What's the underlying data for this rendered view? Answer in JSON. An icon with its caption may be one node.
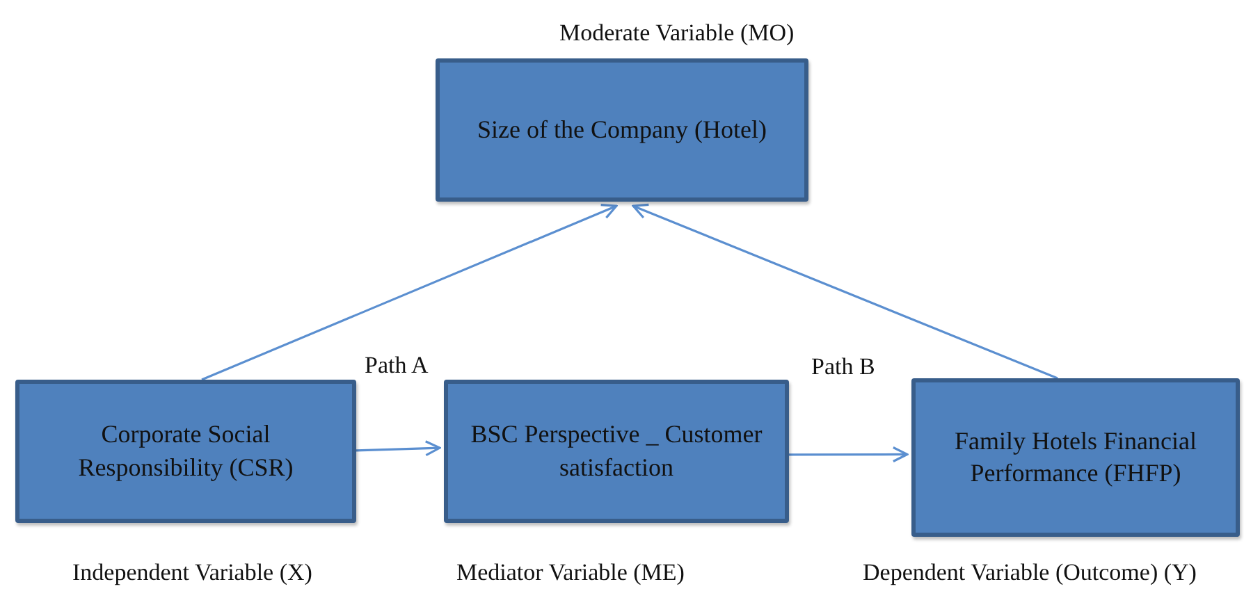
{
  "diagram": {
    "nodes": [
      {
        "text": [
          "Size of the Company (Hotel)"
        ],
        "beside": [
          "Moderate Variable (MO)"
        ]
      },
      {
        "text": [
          "Corporate Social Responsibility (CSR)"
        ],
        "beside": [
          "Independent Variable (X)"
        ]
      },
      {
        "text": [
          "BSC Perspective _ Customer satisfaction"
        ],
        "beside": [
          "Mediator Variable (ME)"
        ]
      },
      {
        "text": [
          "Family Hotels Financial Performance (FHFP)"
        ],
        "beside": [
          "Dependent Variable (Outcome) (Y)"
        ]
      }
    ],
    "edges": [
      {
        "from": 1,
        "to": 0,
        "arrow": "to"
      },
      {
        "from": 3,
        "to": 0,
        "arrow": "to"
      },
      {
        "from": 1,
        "to": 2,
        "arrow": "to",
        "label": "Path A"
      },
      {
        "from": 2,
        "to": 3,
        "arrow": "to",
        "label": "Path B"
      }
    ]
  }
}
